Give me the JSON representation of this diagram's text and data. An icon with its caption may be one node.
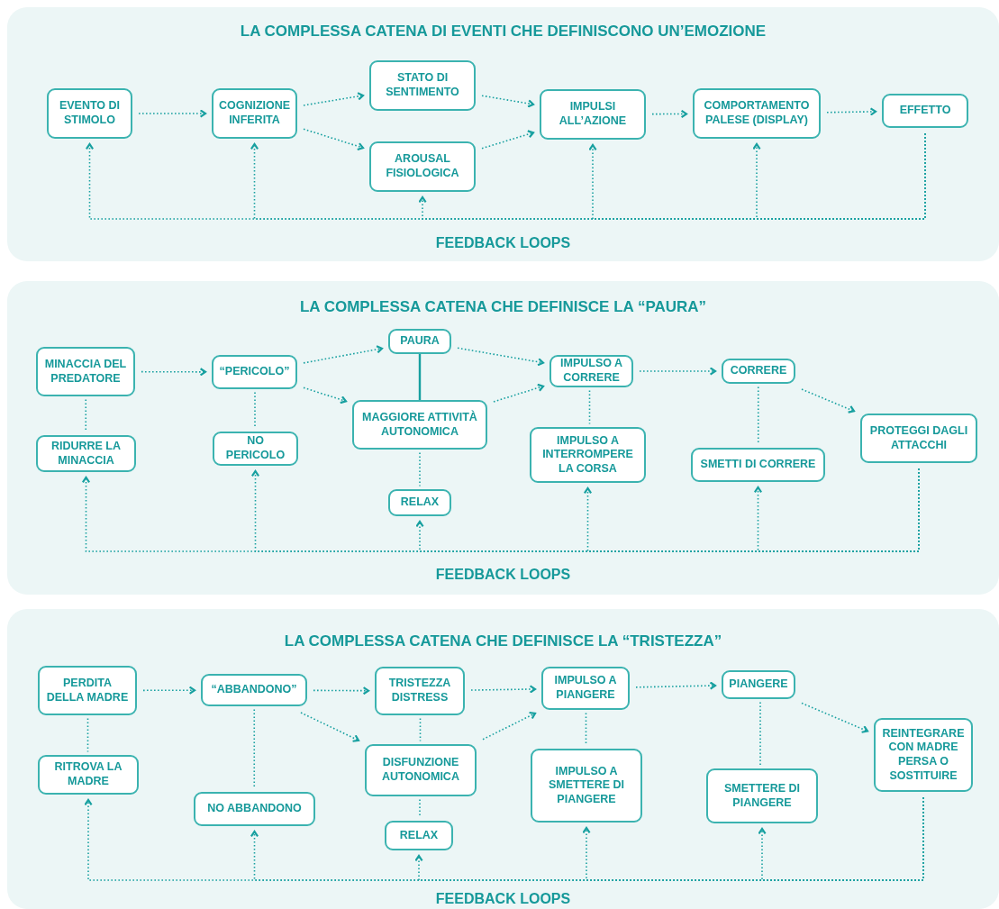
{
  "diagram": {
    "nodes": [
      {
        "text": [
          "LA COMPLESSA CATENA DI EVENTI CHE DEFINISCONO UN’EMOZIONE",
          "FEEDBACK LOOPS"
        ]
      },
      {
        "text": [
          "EVENTO DI STIMOLO"
        ],
        "in": 0
      },
      {
        "text": [
          "COGNIZIONE INFERITA"
        ],
        "in": 0
      },
      {
        "text": [
          "STATO DI SENTIMENTO"
        ],
        "in": 0
      },
      {
        "text": [
          "AROUSAL FISIOLOGICA"
        ],
        "in": 0
      },
      {
        "text": [
          "IMPULSI ALL’AZIONE"
        ],
        "in": 0
      },
      {
        "text": [
          "COMPORTAMENTO PALESE (DISPLAY)"
        ],
        "in": 0
      },
      {
        "text": [
          "EFFETTO"
        ],
        "in": 0
      },
      {
        "text": [
          "LA COMPLESSA CATENA CHE DEFINISCE LA “PAURA”",
          "FEEDBACK LOOPS"
        ]
      },
      {
        "text": [
          "MINACCIA DEL PREDATORE"
        ],
        "in": 8
      },
      {
        "text": [
          "“PERICOLO”"
        ],
        "in": 8
      },
      {
        "text": [
          "PAURA"
        ],
        "in": 8
      },
      {
        "text": [
          "IMPULSO A CORRERE"
        ],
        "in": 8
      },
      {
        "text": [
          "CORRERE"
        ],
        "in": 8
      },
      {
        "text": [
          "MAGGIORE ATTIVITÀ AUTONOMICA"
        ],
        "in": 8
      },
      {
        "text": [
          "RIDURRE LA MINACCIA"
        ],
        "in": 8
      },
      {
        "text": [
          "NO PERICOLO"
        ],
        "in": 8
      },
      {
        "text": [
          "IMPULSO A INTERROMPERE LA CORSA"
        ],
        "in": 8
      },
      {
        "text": [
          "PROTEGGI DAGLI ATTACCHI"
        ],
        "in": 8
      },
      {
        "text": [
          "SMETTI DI CORRERE"
        ],
        "in": 8
      },
      {
        "text": [
          "RELAX"
        ],
        "in": 8
      },
      {
        "text": [
          "LA COMPLESSA CATENA CHE DEFINISCE LA “TRISTEZZA”",
          "FEEDBACK LOOPS"
        ]
      },
      {
        "text": [
          "PERDITA DELLA MADRE"
        ],
        "in": 21
      },
      {
        "text": [
          "“ABBANDONO”"
        ],
        "in": 21
      },
      {
        "text": [
          "TRISTEZZA DISTRESS"
        ],
        "in": 21
      },
      {
        "text": [
          "IMPULSO A PIANGERE"
        ],
        "in": 21
      },
      {
        "text": [
          "PIANGERE"
        ],
        "in": 21
      },
      {
        "text": [
          "RITROVA LA MADRE"
        ],
        "in": 21
      },
      {
        "text": [
          "DISFUNZIONE AUTONOMICA"
        ],
        "in": 21
      },
      {
        "text": [
          "REINTEGRARE CON MADRE PERSA O SOSTITUIRE"
        ],
        "in": 21
      },
      {
        "text": [
          "NO ABBANDONO"
        ],
        "in": 21
      },
      {
        "text": [
          "IMPULSO A SMETTERE DI PIANGERE"
        ],
        "in": 21
      },
      {
        "text": [
          "SMETTERE DI PIANGERE"
        ],
        "in": 21
      },
      {
        "text": [
          "RELAX"
        ],
        "in": 21
      }
    ],
    "edges": [
      {
        "from": 1,
        "to": 2,
        "arrow": "to",
        "style": "dashed"
      },
      {
        "from": 2,
        "to": 3,
        "arrow": "to",
        "style": "dashed"
      },
      {
        "from": 2,
        "to": 4,
        "arrow": "to",
        "style": "dashed"
      },
      {
        "from": 3,
        "to": 5,
        "arrow": "to",
        "style": "dashed"
      },
      {
        "from": 4,
        "to": 5,
        "arrow": "to",
        "style": "dashed"
      },
      {
        "from": 5,
        "to": 6,
        "arrow": "to",
        "style": "dashed"
      },
      {
        "from": 6,
        "to": 7,
        "arrow": "to",
        "style": "dashed"
      },
      {
        "from": 7,
        "to": 1,
        "arrow": "to",
        "style": "dashed"
      },
      {
        "from": 7,
        "to": 2,
        "arrow": "to",
        "style": "dashed"
      },
      {
        "from": 7,
        "to": 4,
        "arrow": "to",
        "style": "dashed"
      },
      {
        "from": 7,
        "to": 5,
        "arrow": "to",
        "style": "dashed"
      },
      {
        "from": 7,
        "to": 6,
        "arrow": "to",
        "style": "dashed"
      },
      {
        "from": 9,
        "to": 10,
        "arrow": "to",
        "style": "dashed"
      },
      {
        "from": 10,
        "to": 11,
        "arrow": "to",
        "style": "dashed"
      },
      {
        "from": 10,
        "to": 14,
        "arrow": "to",
        "style": "dashed"
      },
      {
        "from": 11,
        "to": 12,
        "arrow": "to",
        "style": "dashed"
      },
      {
        "from": 14,
        "to": 12,
        "arrow": "to",
        "style": "dashed"
      },
      {
        "from": 12,
        "to": 13,
        "arrow": "to",
        "style": "dashed"
      },
      {
        "from": 13,
        "to": 18,
        "arrow": "to",
        "style": "dashed"
      },
      {
        "from": 11,
        "to": 14,
        "arrow": "none"
      },
      {
        "from": 9,
        "to": 15,
        "arrow": "none",
        "style": "dashed"
      },
      {
        "from": 10,
        "to": 16,
        "arrow": "none",
        "style": "dashed"
      },
      {
        "from": 14,
        "to": 20,
        "arrow": "none",
        "style": "dashed"
      },
      {
        "from": 12,
        "to": 17,
        "arrow": "none",
        "style": "dashed"
      },
      {
        "from": 13,
        "to": 19,
        "arrow": "none",
        "style": "dashed"
      },
      {
        "from": 18,
        "to": 15,
        "arrow": "to",
        "style": "dashed"
      },
      {
        "from": 18,
        "to": 16,
        "arrow": "to",
        "style": "dashed"
      },
      {
        "from": 18,
        "to": 20,
        "arrow": "to",
        "style": "dashed"
      },
      {
        "from": 18,
        "to": 17,
        "arrow": "to",
        "style": "dashed"
      },
      {
        "from": 18,
        "to": 19,
        "arrow": "to",
        "style": "dashed"
      },
      {
        "from": 22,
        "to": 23,
        "arrow": "to",
        "style": "dashed"
      },
      {
        "from": 23,
        "to": 24,
        "arrow": "to",
        "style": "dashed"
      },
      {
        "from": 23,
        "to": 28,
        "arrow": "to",
        "style": "dashed"
      },
      {
        "from": 24,
        "to": 25,
        "arrow": "to",
        "style": "dashed"
      },
      {
        "from": 28,
        "to": 25,
        "arrow": "to",
        "style": "dashed"
      },
      {
        "from": 25,
        "to": 26,
        "arrow": "to",
        "style": "dashed"
      },
      {
        "from": 26,
        "to": 29,
        "arrow": "to",
        "style": "dashed"
      },
      {
        "from": 22,
        "to": 27,
        "arrow": "none",
        "style": "dashed"
      },
      {
        "from": 23,
        "to": 30,
        "arrow": "none",
        "style": "dashed"
      },
      {
        "from": 24,
        "to": 28,
        "arrow": "none",
        "style": "dashed"
      },
      {
        "from": 28,
        "to": 33,
        "arrow": "none",
        "style": "dashed"
      },
      {
        "from": 25,
        "to": 31,
        "arrow": "none",
        "style": "dashed"
      },
      {
        "from": 26,
        "to": 32,
        "arrow": "none",
        "style": "dashed"
      },
      {
        "from": 29,
        "to": 27,
        "arrow": "to",
        "style": "dashed"
      },
      {
        "from": 29,
        "to": 30,
        "arrow": "to",
        "style": "dashed"
      },
      {
        "from": 29,
        "to": 33,
        "arrow": "to",
        "style": "dashed"
      },
      {
        "from": 29,
        "to": 31,
        "arrow": "to",
        "style": "dashed"
      },
      {
        "from": 29,
        "to": 32,
        "arrow": "to",
        "style": "dashed"
      }
    ]
  }
}
